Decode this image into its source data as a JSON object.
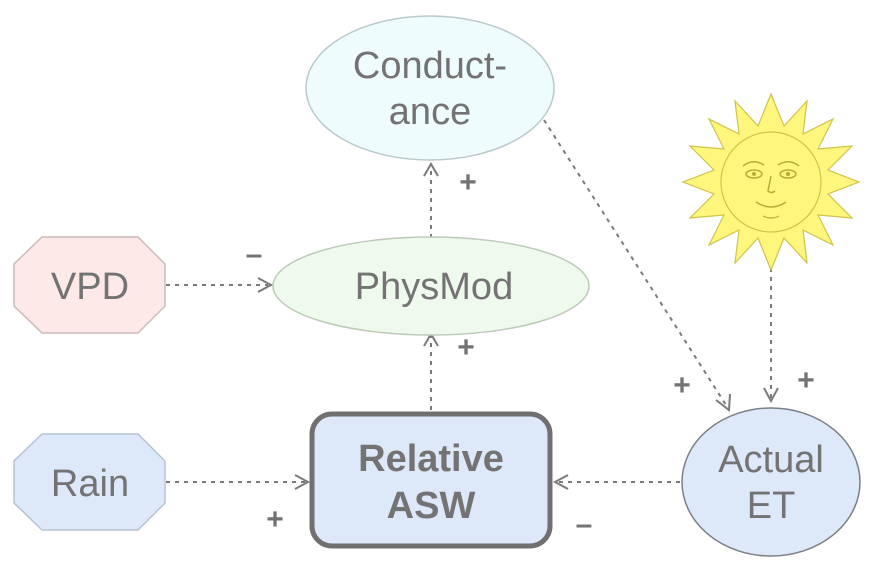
{
  "diagram": {
    "nodes": {
      "conductance": {
        "line1": "Conduct-",
        "line2": "ance",
        "fill": "#eefcfd",
        "stroke": "#b9c9cc",
        "shape": "ellipse"
      },
      "physmod": {
        "label": "PhysMod",
        "fill": "#eefaec",
        "stroke": "#bccbb8",
        "shape": "ellipse"
      },
      "vpd": {
        "label": "VPD",
        "fill": "#fde9e7",
        "stroke": "#cdb9b7",
        "shape": "octagon"
      },
      "rain": {
        "label": "Rain",
        "fill": "#dde9f8",
        "stroke": "#b8c3d2",
        "shape": "octagon"
      },
      "relative_asw": {
        "line1": "Relative",
        "line2": "ASW",
        "fill": "#dde9f8",
        "stroke": "#707070",
        "shape": "rounded-rectangle"
      },
      "actual_et": {
        "line1": "Actual",
        "line2": "ET",
        "fill": "#dde9f8",
        "stroke": "#7a7f86",
        "shape": "ellipse"
      },
      "sun": {
        "icon": "sun-icon",
        "fill": "#fff67e",
        "stroke": "#cfc34a"
      }
    },
    "signs": {
      "physmod_to_conductance": "+",
      "vpd_to_physmod": "–",
      "asw_to_physmod": "+",
      "rain_to_asw": "+",
      "et_to_asw": "–",
      "conductance_to_et": "+",
      "sun_to_et": "+"
    },
    "colors": {
      "edge": "#7a7a7a",
      "text": "#737373"
    }
  }
}
